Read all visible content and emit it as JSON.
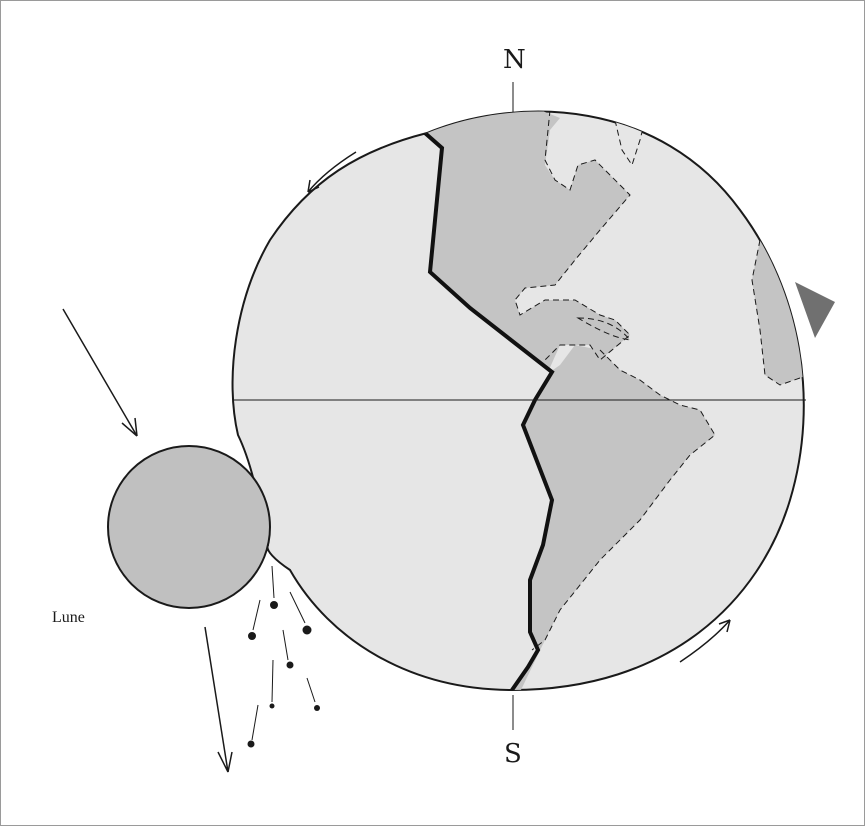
{
  "labels": {
    "north": "N",
    "south": "S",
    "moon": "Lune"
  },
  "colors": {
    "earth_fill": "#e6e6e6",
    "land_fill": "#c4c4c4",
    "moon_fill": "#c0c0c0",
    "sun_marker": "#707070",
    "outline": "#1a1a1a"
  }
}
